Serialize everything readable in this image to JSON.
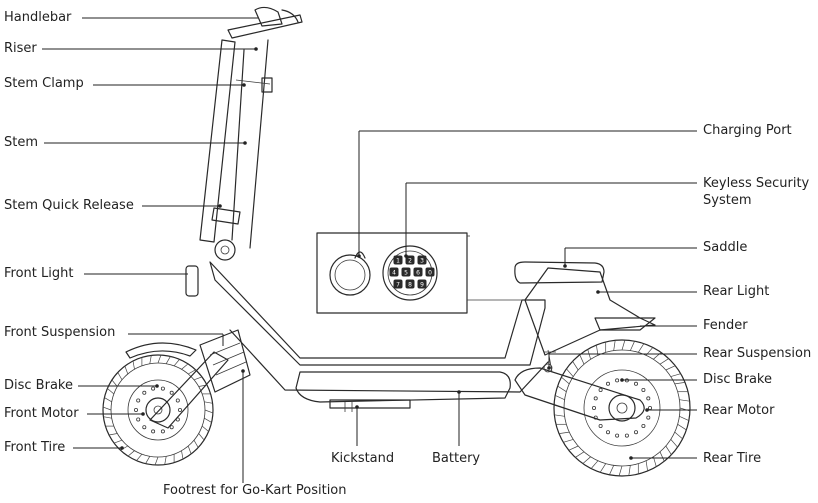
{
  "labels": {
    "handlebar": "Handlebar",
    "riser": "Riser",
    "stem_clamp": "Stem Clamp",
    "stem": "Stem",
    "stem_quick_release": "Stem Quick Release",
    "front_light": "Front Light",
    "front_suspension": "Front Suspension",
    "disc_brake_front": "Disc Brake",
    "front_motor": "Front Motor",
    "front_tire": "Front Tire",
    "footrest": "Footrest for Go-Kart Position",
    "kickstand": "Kickstand",
    "battery": "Battery",
    "charging_port": "Charging Port",
    "keyless_line1": "Keyless Security",
    "keyless_line2": "System",
    "saddle": "Saddle",
    "rear_light": "Rear Light",
    "fender": "Fender",
    "rear_suspension": "Rear Suspension",
    "disc_brake_rear": "Disc Brake",
    "rear_motor": "Rear Motor",
    "rear_tire": "Rear Tire"
  },
  "keypad": {
    "keys": [
      "1",
      "2",
      "3",
      "4",
      "5",
      "6",
      "7",
      "8",
      "9",
      "0"
    ]
  }
}
